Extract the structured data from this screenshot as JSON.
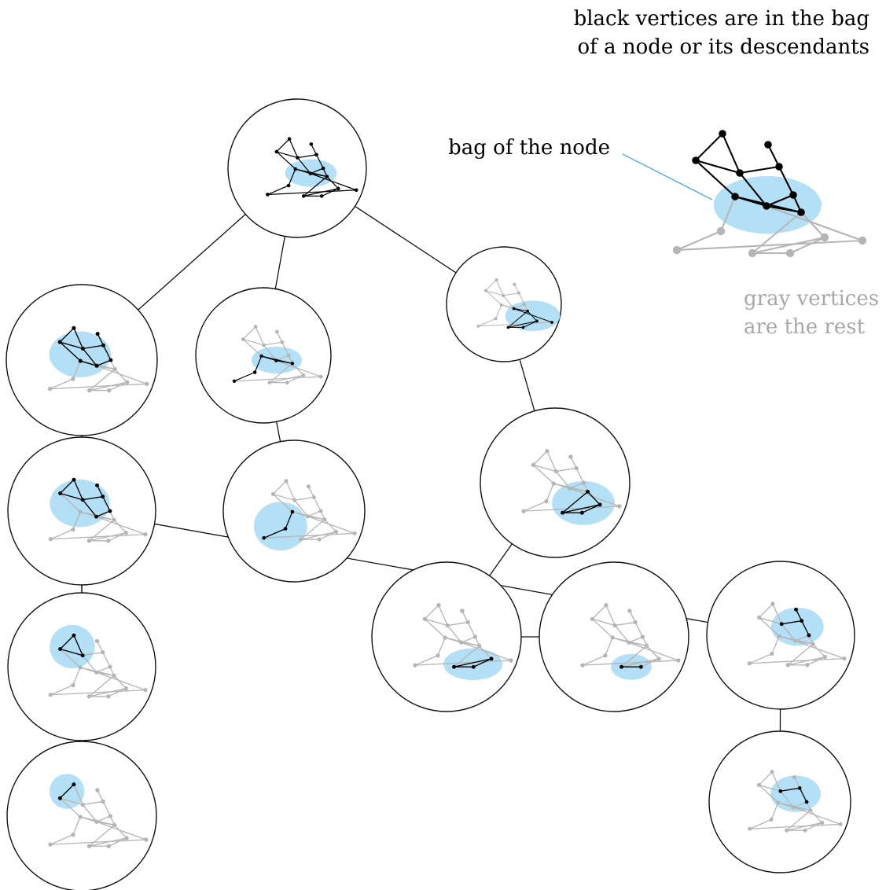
{
  "annotations": {
    "black_vertices_line1": "black vertices are in the bag",
    "black_vertices_line2": "of a node or its descendants",
    "bag_of_node": "bag of the node",
    "gray_vertices_line1": "gray vertices",
    "gray_vertices_line2": "are the rest"
  },
  "colors": {
    "bag_fill": "#b3e0f6",
    "in_subtree": "#000000",
    "rest": "#b5b5b5",
    "leader_line": "#2aa6dd"
  },
  "graph": {
    "vertices": [
      "v0",
      "v1",
      "v2",
      "v3",
      "v4",
      "v5",
      "v6",
      "v7",
      "v8",
      "v9",
      "v10",
      "v11",
      "v12",
      "v13",
      "v14"
    ],
    "edges": [
      [
        "v0",
        "v2"
      ],
      [
        "v0",
        "v4"
      ],
      [
        "v1",
        "v3"
      ],
      [
        "v2",
        "v4"
      ],
      [
        "v3",
        "v4"
      ],
      [
        "v3",
        "v5"
      ],
      [
        "v2",
        "v6"
      ],
      [
        "v4",
        "v7"
      ],
      [
        "v5",
        "v7"
      ],
      [
        "v5",
        "v8"
      ],
      [
        "v6",
        "v7"
      ],
      [
        "v6",
        "v8"
      ],
      [
        "v7",
        "v8"
      ],
      [
        "v8",
        "v9"
      ],
      [
        "v7",
        "v10"
      ],
      [
        "v6",
        "v11"
      ],
      [
        "v11",
        "v12"
      ],
      [
        "v10",
        "v12"
      ],
      [
        "v8",
        "v13"
      ],
      [
        "v9",
        "v14"
      ],
      [
        "v13",
        "v14"
      ],
      [
        "v9",
        "v13"
      ]
    ]
  },
  "tree": {
    "nodes": [
      {
        "id": "n0",
        "bag": [
          "v6",
          "v7",
          "v8"
        ],
        "black": [
          "v0",
          "v1",
          "v2",
          "v3",
          "v4",
          "v5",
          "v6",
          "v7",
          "v8",
          "v9",
          "v10",
          "v11",
          "v12",
          "v13",
          "v14"
        ]
      },
      {
        "id": "n1",
        "bag": [
          "v7",
          "v8",
          "v9",
          "v10"
        ],
        "black": [
          "v7",
          "v8",
          "v9",
          "v10",
          "v13",
          "v14"
        ]
      },
      {
        "id": "n2",
        "bag": [
          "v8",
          "v9",
          "v13"
        ],
        "black": [
          "v8",
          "v9",
          "v13",
          "v14"
        ]
      },
      {
        "id": "n3",
        "bag": [
          "v9",
          "v13",
          "v14"
        ],
        "black": [
          "v9",
          "v13",
          "v14"
        ]
      },
      {
        "id": "n4",
        "bag": [
          "v13",
          "v14"
        ],
        "black": [
          "v13",
          "v14"
        ]
      },
      {
        "id": "n5",
        "bag": [
          "v6",
          "v7",
          "v8"
        ],
        "black": [
          "v6",
          "v7",
          "v8",
          "v11",
          "v12"
        ]
      },
      {
        "id": "n6",
        "bag": [
          "v6",
          "v11",
          "v12"
        ],
        "black": [
          "v6",
          "v11",
          "v12"
        ]
      },
      {
        "id": "n7",
        "bag": [
          "v2",
          "v4",
          "v6",
          "v7"
        ],
        "black": [
          "v0",
          "v1",
          "v2",
          "v3",
          "v4",
          "v5",
          "v6",
          "v7"
        ]
      },
      {
        "id": "n8",
        "bag": [
          "v2",
          "v4",
          "v7"
        ],
        "black": [
          "v0",
          "v1",
          "v2",
          "v3",
          "v4",
          "v5",
          "v7"
        ]
      },
      {
        "id": "n9",
        "bag": [
          "v0",
          "v2",
          "v4"
        ],
        "black": [
          "v0",
          "v2",
          "v4"
        ]
      },
      {
        "id": "n10",
        "bag": [
          "v0",
          "v2"
        ],
        "black": [
          "v0",
          "v2"
        ]
      },
      {
        "id": "n11",
        "bag": [
          "v3",
          "v4",
          "v5"
        ],
        "black": [
          "v1",
          "v3",
          "v4",
          "v5"
        ]
      },
      {
        "id": "n12",
        "bag": [
          "v3",
          "v4",
          "v5"
        ],
        "black": [
          "v3",
          "v4",
          "v5"
        ]
      }
    ],
    "edges": [
      [
        "n0",
        "n1"
      ],
      [
        "n1",
        "n2"
      ],
      [
        "n2",
        "n3"
      ],
      [
        "n3",
        "n4"
      ],
      [
        "n0",
        "n5"
      ],
      [
        "n5",
        "n6"
      ],
      [
        "n0",
        "n7"
      ],
      [
        "n7",
        "n8"
      ],
      [
        "n8",
        "n9"
      ],
      [
        "n8",
        "n10"
      ],
      [
        "n8",
        "n11"
      ],
      [
        "n11",
        "n12"
      ]
    ]
  },
  "legend": {
    "bag": [
      "v6",
      "v7",
      "v8"
    ],
    "black": [
      "v0",
      "v1",
      "v2",
      "v3",
      "v4",
      "v5",
      "v6",
      "v7",
      "v8"
    ]
  }
}
